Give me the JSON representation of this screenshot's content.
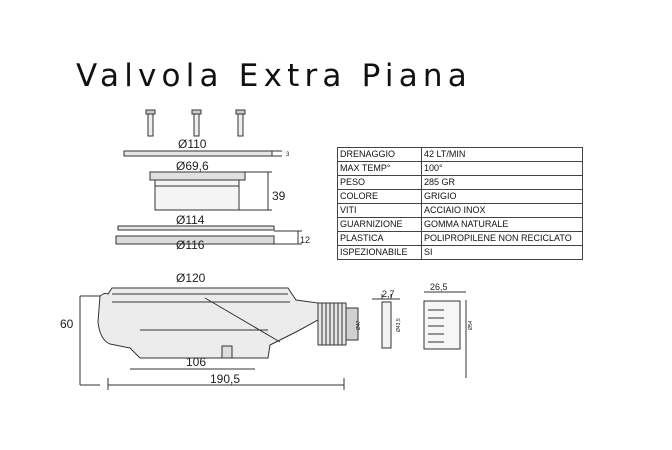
{
  "title": "Valvola Extra Piana",
  "specs": [
    {
      "label": "DRENAGGIO",
      "value": "42 LT/MIN"
    },
    {
      "label": "MAX TEMP°",
      "value": "100°"
    },
    {
      "label": "PESO",
      "value": "285 GR"
    },
    {
      "label": "COLORE",
      "value": "GRIGIO"
    },
    {
      "label": "VITI",
      "value": "ACCIAIO INOX"
    },
    {
      "label": "GUARNIZIONE",
      "value": "GOMMA NATURALE"
    },
    {
      "label": "PLASTICA",
      "value": "POLIPROPILENE NON RECICLATO"
    },
    {
      "label": "ISPEZIONABILE",
      "value": "SI"
    }
  ],
  "dimensions": {
    "d110": "Ø110",
    "t3": "3",
    "d69": "Ø69,6",
    "h39": "39",
    "d114": "Ø114",
    "d116": "Ø116",
    "h12": "12",
    "d120": "Ø120",
    "h60": "60",
    "w106": "106",
    "w190": "190,5",
    "w27": "2,7",
    "w265": "26,5",
    "d47": "Ø47",
    "d435": "Ø43,5",
    "d54": "Ø54"
  }
}
